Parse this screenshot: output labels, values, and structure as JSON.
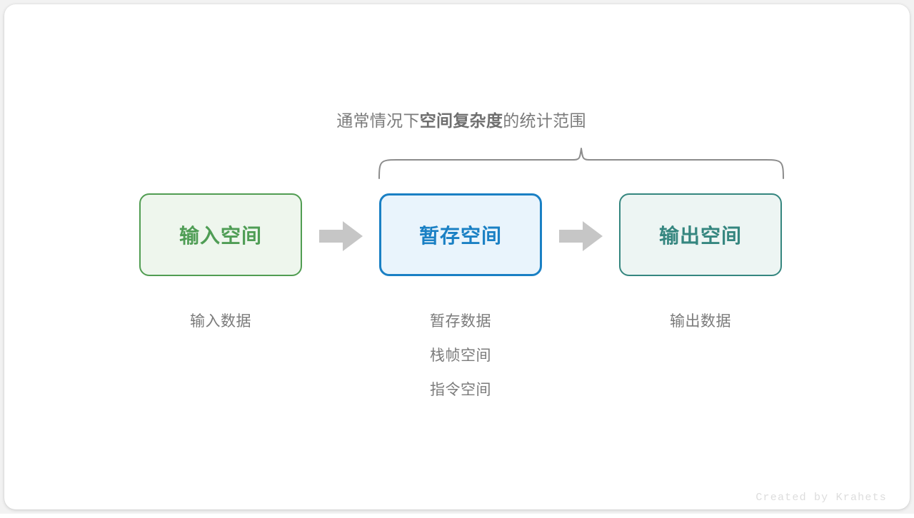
{
  "meta": {
    "watermark": "Created by Krahets"
  },
  "caption": {
    "prefix": "通常情况下",
    "emphasis": "空间复杂度",
    "suffix": "的统计范围"
  },
  "colors": {
    "input_border": "#519d52",
    "input_fill": "#eef6ed",
    "input_text": "#4f9d55",
    "temp_border": "#1a80c4",
    "temp_fill": "#e9f4fc",
    "temp_text": "#1a80c4",
    "output_border": "#35867f",
    "output_fill": "#edf5f3",
    "output_text": "#35867f",
    "arrow": "#c6c6c6",
    "brace": "#8c8c8c",
    "caption_text": "#7b7b7b",
    "label_text": "#7b7b7b",
    "watermark_text": "#dddddd",
    "card_bg": "#ffffff",
    "page_bg": "#f2f2f2"
  },
  "flow": {
    "boxes": [
      {
        "id": "input",
        "label": "输入空间"
      },
      {
        "id": "temp",
        "label": "暂存空间"
      },
      {
        "id": "output",
        "label": "输出空间"
      }
    ],
    "arrows": [
      {
        "id": "arrow-1",
        "direction": "right"
      },
      {
        "id": "arrow-2",
        "direction": "right"
      }
    ],
    "columns": [
      {
        "id": "input",
        "items": [
          "输入数据"
        ]
      },
      {
        "id": "temp",
        "items": [
          "暂存数据",
          "栈帧空间",
          "指令空间"
        ]
      },
      {
        "id": "output",
        "items": [
          "输出数据"
        ]
      }
    ]
  },
  "brace": {
    "covers": [
      "暂存空间",
      "输出空间"
    ]
  }
}
